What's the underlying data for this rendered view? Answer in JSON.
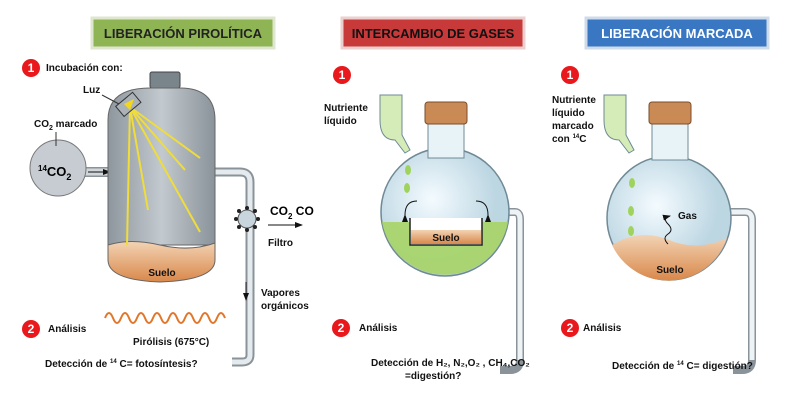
{
  "panels": [
    {
      "title": "LIBERACIÓN PIROLÍTICA",
      "color": "#8fb454",
      "step1": "Incubación con:",
      "luz": "Luz",
      "co2_label": "CO",
      "co2_sub": "2",
      "co2_tail": " marcado",
      "bulb_sup": "14",
      "bulb": "CO",
      "bulb_sub": "2",
      "gases": "CO",
      "gases_sub": "2",
      "gases_tail": " CO",
      "filtro": "Filtro",
      "vapores1": "Vapores",
      "vapores2": "orgánicos",
      "suelo": "Suelo",
      "pirolisis": "Pirólisis (675°C)",
      "step2": "Análisis",
      "det_a": "Detección de ",
      "det_sup": "14",
      "det_b": " C= fotosíntesis?"
    },
    {
      "title": "INTERCAMBIO DE GASES",
      "color": "#c8393a",
      "nutr1": "Nutriente",
      "nutr2": "líquido",
      "suelo": "Suelo",
      "step2": "Análisis",
      "det1": "Detección de H₂, N₂,O₂ , CH₄,CO₂",
      "det2": "=digestión?"
    },
    {
      "title": "LIBERACIÓN MARCADA",
      "color": "#3a77c2",
      "nutr1": "Nutriente",
      "nutr2": "líquido",
      "nutr3": "marcado",
      "nutr4a": "con ",
      "nutr4sup": "14",
      "nutr4b": "C",
      "gas": "Gas",
      "suelo": "Suelo",
      "step2": "Análisis",
      "det_a": "Detección de ",
      "det_sup": "14",
      "det_b": " C= digestión?"
    }
  ],
  "steps": {
    "one": "1",
    "two": "2"
  }
}
